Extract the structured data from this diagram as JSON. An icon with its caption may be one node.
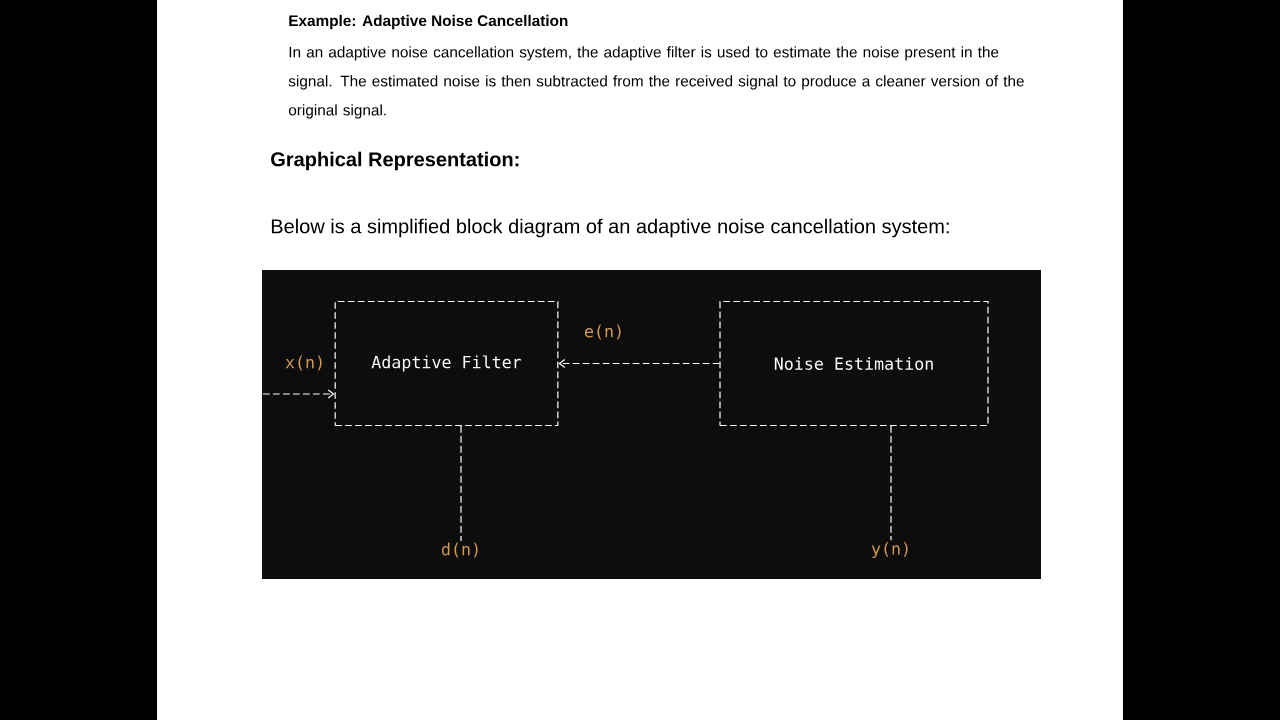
{
  "diagram": {
    "title": "Example: Adaptive Noise Cancellation",
    "nodes": [
      {
        "text": [
          "Adaptive Filter"
        ]
      },
      {
        "text": [
          "Noise Estimation"
        ]
      },
      {
        "text": [
          "d(n)"
        ]
      },
      {
        "text": [
          "y(n)"
        ]
      }
    ],
    "edges": [
      {
        "from": null,
        "to": 0,
        "arrow": "to",
        "label": "x(n)"
      },
      {
        "from": 1,
        "to": 0,
        "arrow": "to",
        "label": "e(n)"
      },
      {
        "from": 0,
        "to": 2,
        "arrow": "none"
      },
      {
        "from": 1,
        "to": 3,
        "arrow": "none"
      }
    ],
    "labels": [
      "In an adaptive noise cancellation system, the adaptive filter is used to estimate the noise present in the signal. The estimated noise is then subtracted from the received signal to produce a cleaner version of the original signal.",
      "Graphical Representation:",
      "Below is a simplified block diagram of an adaptive noise cancellation system:"
    ]
  }
}
